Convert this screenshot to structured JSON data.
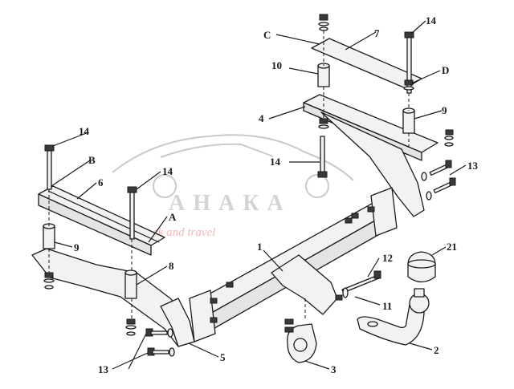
{
  "watermark": {
    "brand": "АНАКА",
    "tagline": "ck and travel"
  },
  "labels": {
    "c": "C",
    "d": "D",
    "b": "B",
    "a": "A",
    "p1": "1",
    "p2": "2",
    "p3": "3",
    "p4": "4",
    "p5": "5",
    "p6": "6",
    "p7": "7",
    "p8": "8",
    "p9_right": "9",
    "p9_left": "9",
    "p10": "10",
    "p11": "11",
    "p12": "12",
    "p13_right": "13",
    "p13_left": "13",
    "p14_top": "14",
    "p14_center": "14",
    "p14_left": "14",
    "p14_mid": "14",
    "p21": "21"
  }
}
